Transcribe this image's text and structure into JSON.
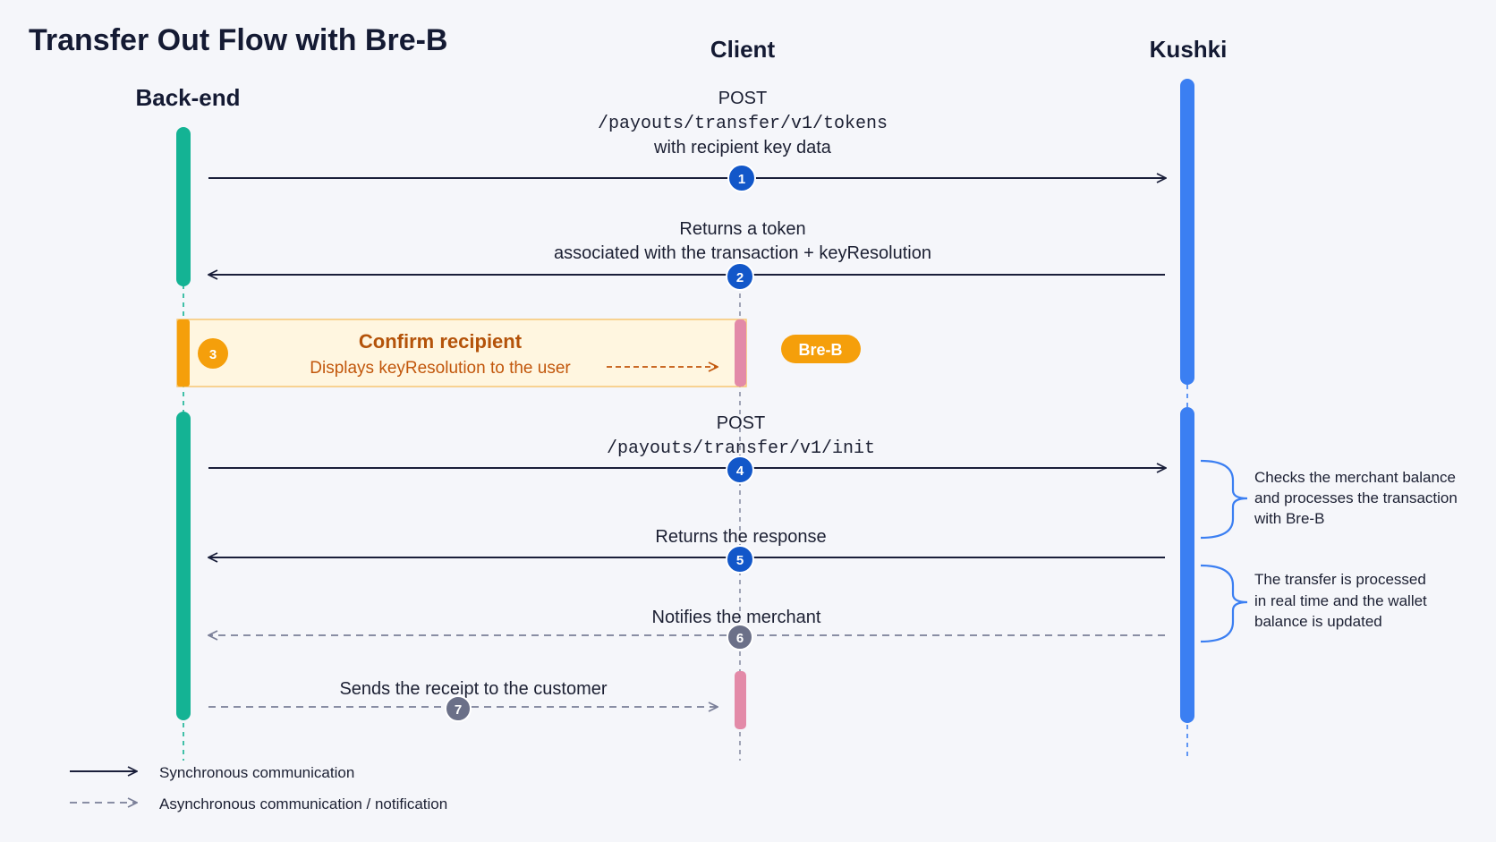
{
  "title": "Transfer Out Flow with Bre-B",
  "actors": {
    "backend": "Back-end",
    "client": "Client",
    "kushki": "Kushki"
  },
  "steps": [
    {
      "num": "1",
      "lines": [
        "POST",
        "/payouts/transfer/v1/tokens",
        "with recipient key data"
      ],
      "mono_line": 1
    },
    {
      "num": "2",
      "lines": [
        "Returns a token",
        "associated with the transaction + keyResolution"
      ]
    },
    {
      "num": "3",
      "title": "Confirm recipient",
      "subtitle": "Displays keyResolution to the user"
    },
    {
      "num": "4",
      "lines": [
        "POST",
        "/payouts/transfer/v1/init"
      ],
      "mono_line": 1
    },
    {
      "num": "5",
      "lines": [
        "Returns the response"
      ]
    },
    {
      "num": "6",
      "lines": [
        "Notifies the merchant"
      ]
    },
    {
      "num": "7",
      "lines": [
        "Sends the receipt to the customer"
      ]
    }
  ],
  "badge": "Bre-B",
  "notes": [
    [
      "Checks the merchant balance",
      "and processes the transaction",
      "with Bre-B"
    ],
    [
      "The transfer is processed",
      "in real time and the wallet",
      "balance is updated"
    ]
  ],
  "legend": {
    "sync": "Synchronous communication",
    "async": "Asynchronous communication / notification"
  },
  "colors": {
    "backend": "#14b394",
    "client": "#e38aa8",
    "kushki": "#3b7ff2",
    "step_blue": "#1257c9",
    "step_gray": "#6b7088",
    "orange": "#f59f0b",
    "confirm_bg": "#fff6e0"
  }
}
